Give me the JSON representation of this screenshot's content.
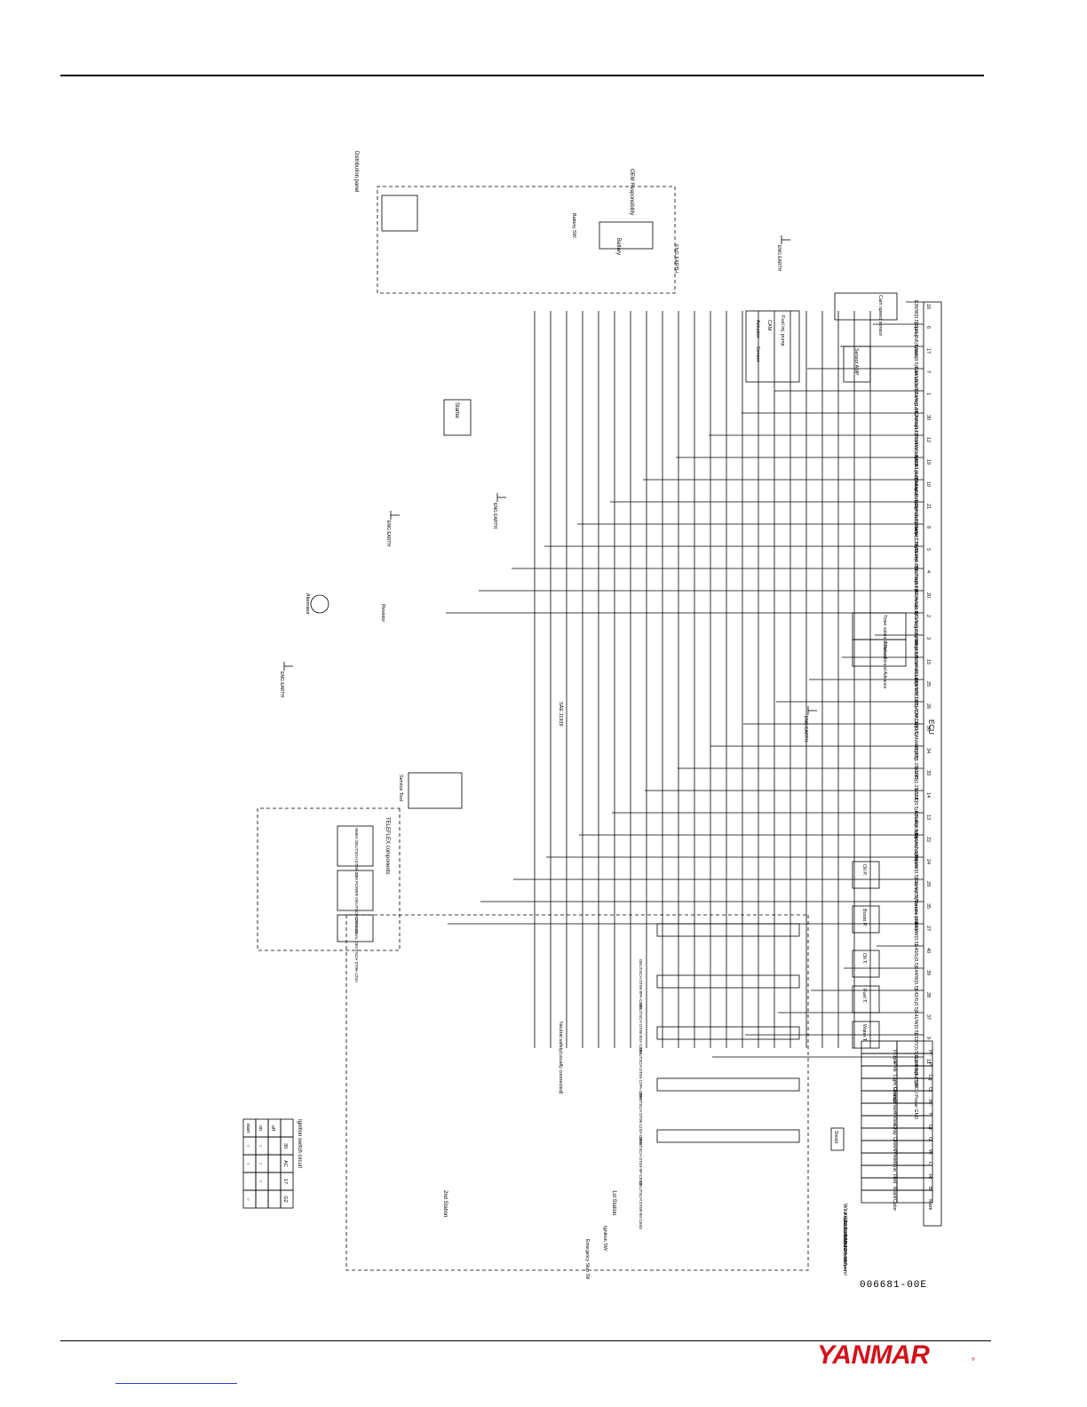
{
  "drawing_id": "006681-00E",
  "brand": "YANMAR",
  "brand_mark": "®",
  "ecu_label": "ECU",
  "ecu_pins": [
    {
      "pin": "16",
      "label": "E36/W(0.5)Speed +"
    },
    {
      "pin": "6",
      "label": "E37/L(0.5)Speed -"
    },
    {
      "pin": "17",
      "label": "E38/L(0.5)Cam pulse"
    },
    {
      "pin": "7",
      "label": "E39/LB(0.5)Cam pulse"
    },
    {
      "pin": "1",
      "label": "E60/W(1.25)Actuator"
    },
    {
      "pin": "30",
      "label": "E20/W(0.5)Position sensor"
    },
    {
      "pin": "12",
      "label": "B20/LW(0.5)ECU main relay"
    },
    {
      "pin": "19",
      "label": "B11A/L(0.5)1st station key"
    },
    {
      "pin": "10",
      "label": "B12A/G(0.5)2nd station key"
    },
    {
      "pin": "21",
      "label": "E03/W(0.5)Starter Check"
    },
    {
      "pin": "8",
      "label": "E04/W(1.25)Starter ON"
    },
    {
      "pin": "5",
      "label": "E13/W(0.5)Air heater-B"
    },
    {
      "pin": "4",
      "label": "E12/W(0.5)Air heater-A"
    },
    {
      "pin": "20",
      "label": "D21A/G(0.5)Emergency Stop"
    },
    {
      "pin": "2",
      "label": "E71/R(0.5)Timer retard"
    },
    {
      "pin": "3",
      "label": "E70/R(0.5)Timer advance"
    },
    {
      "pin": "15",
      "label": "B13/WR(1.25)+12V DC"
    },
    {
      "pin": "25",
      "label": "B13/WR(1.25)+12V DC"
    },
    {
      "pin": "26",
      "label": "E81/CANL/Y(0.5)"
    },
    {
      "pin": "36",
      "label": "E80/CANH/W(0.5)"
    },
    {
      "pin": "34",
      "label": "G10/B(1.25)GND"
    },
    {
      "pin": "33",
      "label": "G10/B(1.25)GND"
    },
    {
      "pin": "14",
      "label": "E51/L(0.5)Actuator relay"
    },
    {
      "pin": "13",
      "label": "E55/R(0.5)Neutral safety"
    },
    {
      "pin": "22",
      "label": "E56/Y(0.5)Deicer"
    },
    {
      "pin": "24",
      "label": "B30/W(0.5)Sensor 5V"
    },
    {
      "pin": "29",
      "label": "E31/Y(0.5)Throttle position"
    },
    {
      "pin": "35",
      "label": "Sensor GND"
    },
    {
      "pin": "27",
      "label": "E43/W(0.5)"
    },
    {
      "pin": "40",
      "label": "E40/G(0.5)"
    },
    {
      "pin": "39",
      "label": "E44/W(0.5)"
    },
    {
      "pin": "28",
      "label": "E42/G(0.5)"
    },
    {
      "pin": "37",
      "label": "E41/W(0.5)"
    },
    {
      "pin": "9",
      "label": "E52/Y(0.5)Sub throttle SW"
    },
    {
      "pin": "11",
      "label": "G10C/B(1.25)ECU Power GND"
    }
  ],
  "labels": {
    "distribution_panel": "Distribution panel",
    "oem_responsibility": "OEM Responsibility",
    "battery": "Battery",
    "battery_sw": "Battery SW",
    "eng_earth": "ENG EARTH",
    "starter": "Starter",
    "alternator": "Alternator",
    "resistor": "Resistor",
    "fuel_inj_pump": "Fuel inj. pump",
    "cam": "CAM",
    "actuator": "Actuator",
    "sensor": "Sensor",
    "sensor_amp": "Sensor AMP",
    "cam_speed_sensor": "Cam speed sensor",
    "timer_retard": "Timer solenoid Retard",
    "timer_advance": "Timer solenoid Advance",
    "oil_p": "Oil P.",
    "boost_p": "Boost P.",
    "oil_t": "Oil T.",
    "fuel_t": "Fuel T.",
    "water_t": "Water T.",
    "teleflex": "TELEFLEX components",
    "nmea": "NMEA DEUTSCH DT06-2S",
    "power_12m": "12M POWER DEUTSCH DT06-3S",
    "signal_12m": "12M SIGNAL DEUTSCH DT06-12SA",
    "service_tool": "Service Tool",
    "sae_j1939": "SAE J1939",
    "neutral_safety": "Neutral safety(usually connected)",
    "first_station": "1st Station",
    "second_station": "2nd Station",
    "ignition_sw": "Ignition SW",
    "emergency_stop_sw": "Emergency Stop SW Normally close",
    "ignition_switch_circuit": "Ignition switch circuit",
    "wire_size": "Wire size",
    "shield": "Shield"
  },
  "connectors": [
    "DEUTSCH DT06-8PA-CE01",
    "DEUTSCH DT06-8SA-CE05",
    "DEUTSCH DT04-12PA-CE07",
    "DEUTSCH DT06-12SA-CE05",
    "DEUTSCH DT04-8P-CE03",
    "DEUTSCH DT06-8S-CE03"
  ],
  "ignition_table": {
    "columns": [
      "",
      "30",
      "AC",
      "17",
      "G2"
    ],
    "rows": [
      [
        "off",
        "",
        "",
        "",
        ""
      ],
      [
        "on",
        "○",
        "○",
        "○",
        ""
      ],
      [
        "start",
        "○",
        "○",
        "",
        "○"
      ]
    ]
  },
  "wire_sizes": [
    "AWG10<=>5mm²",
    "AWG16<=>1.25mm²",
    "AWG18<=>0.85mm²",
    "AWG20<=>0.5mm²"
  ],
  "color_table": {
    "headers": [
      "Mark",
      "Color"
    ],
    "rows": [
      [
        "B:",
        "Black"
      ],
      [
        "R:",
        "Red"
      ],
      [
        "L:",
        "Blue"
      ],
      [
        "W:",
        "White"
      ],
      [
        "G:",
        "Green"
      ],
      [
        "Gr:",
        "Gray"
      ],
      [
        "Y:",
        "Yellow"
      ],
      [
        "Br:",
        "Brown"
      ],
      [
        "O:",
        "Orange"
      ],
      [
        "Lg:",
        "Light Green"
      ],
      [
        "P:",
        "Pink"
      ],
      [
        "Pr:",
        "Purple"
      ]
    ]
  },
  "colors": {
    "line": "#000000",
    "brand": "#d2121b",
    "link": "#2a3fd0"
  }
}
